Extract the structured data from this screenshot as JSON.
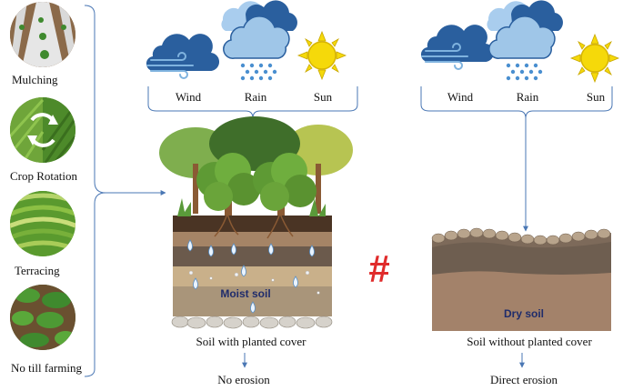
{
  "practices": [
    {
      "label": "Mulching",
      "icon": "mulching-photo"
    },
    {
      "label": "Crop Rotation",
      "icon": "crop-rotation-photo"
    },
    {
      "label": "Terracing",
      "icon": "terracing-photo"
    },
    {
      "label": "No till farming",
      "icon": "no-till-farming-photo"
    }
  ],
  "weather_left": {
    "wind": "Wind",
    "rain": "Rain",
    "sun": "Sun"
  },
  "weather_right": {
    "wind": "Wind",
    "rain": "Rain",
    "sun": "Sun"
  },
  "left_scene": {
    "soil_label": "Moist soil",
    "caption": "Soil with planted cover",
    "result": "No erosion"
  },
  "right_scene": {
    "soil_label": "Dry soil",
    "caption": "Soil without planted cover",
    "result": "Direct erosion"
  },
  "separator": "#",
  "colors": {
    "hash": "#e02b2b",
    "arrow": "#4a77b4",
    "cloud_dark": "#2a5f9e",
    "cloud_light": "#9fc6e8",
    "sun": "#f5d90a"
  }
}
